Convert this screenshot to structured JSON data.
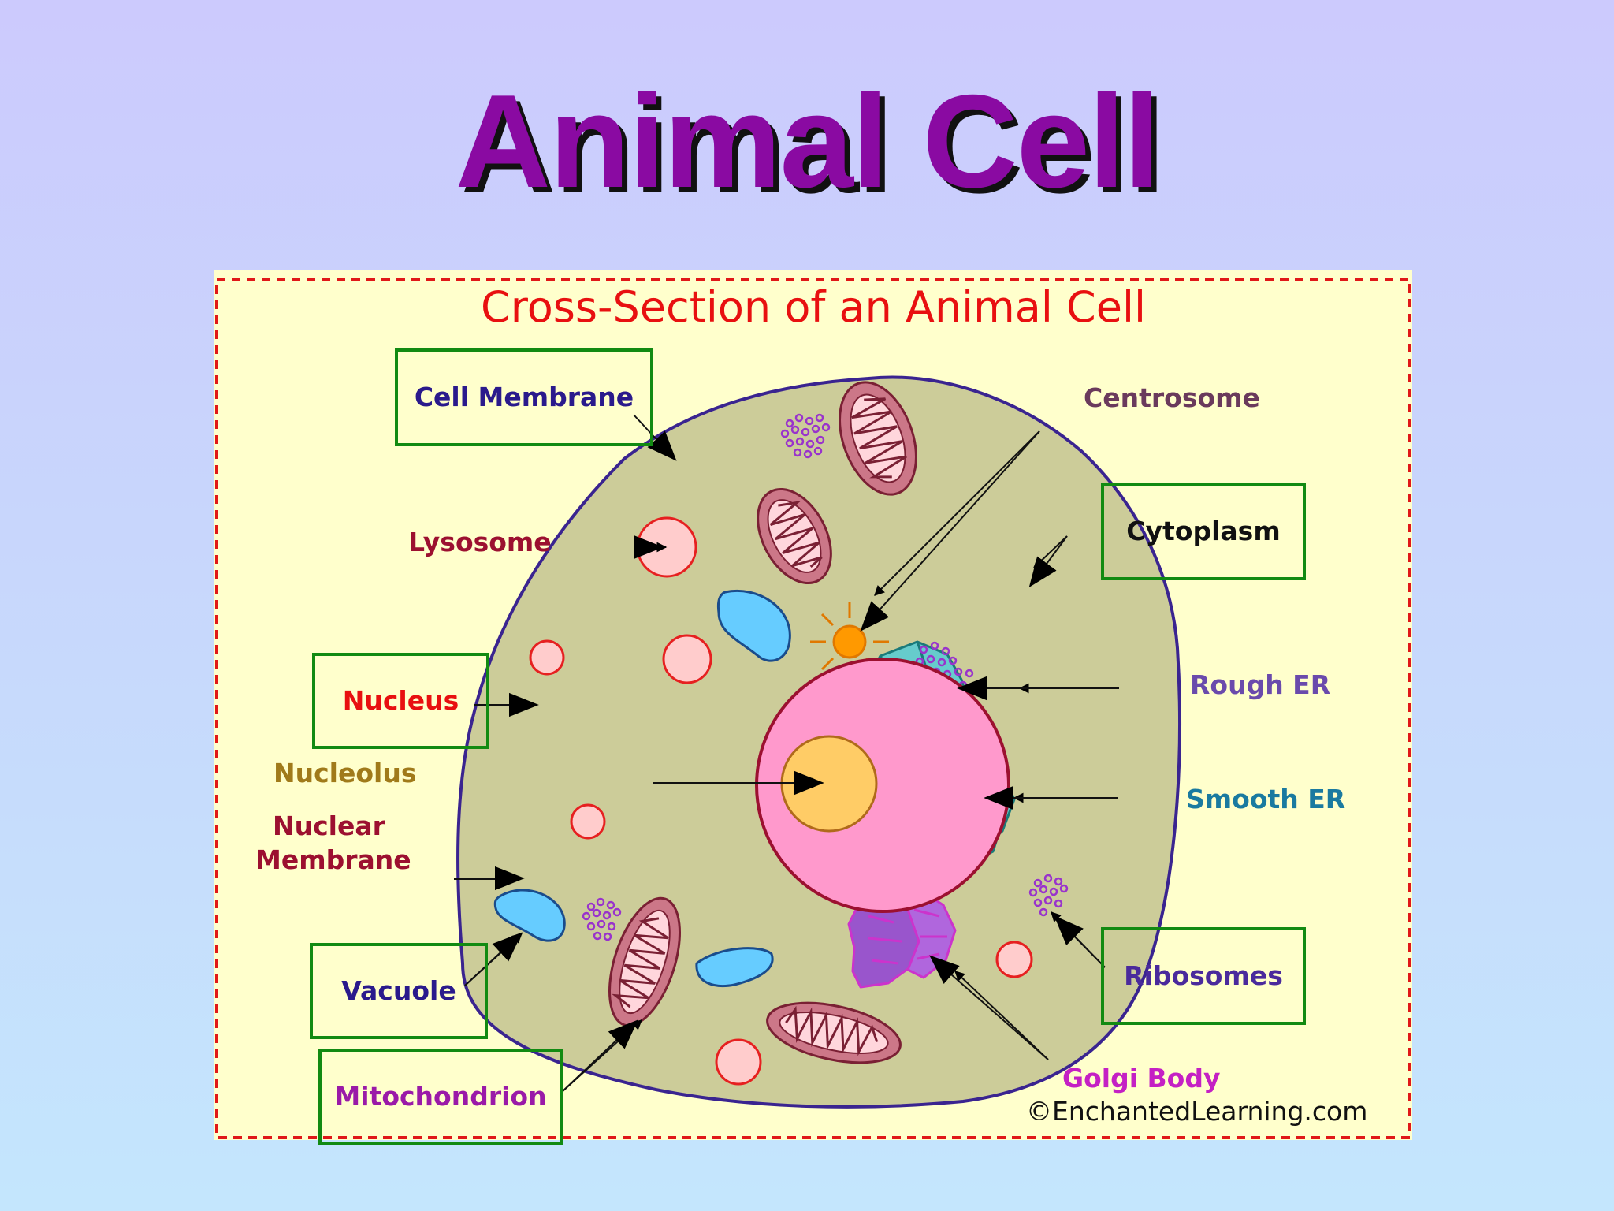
{
  "slide": {
    "title": "Animal Cell"
  },
  "diagram": {
    "title": "Cross-Section of an Animal Cell",
    "credit": "©EnchantedLearning.com",
    "colors": {
      "frame_border": "#e01818",
      "box_border": "#128a12",
      "cytoplasm": "#cccc99",
      "cell_membrane": "#3a2490",
      "nucleus": "#ff99cc",
      "nuclear_membrane": "#9c1030",
      "nucleolus": "#ffcc66",
      "vacuole": "#66ccff",
      "lysosome": "#ffcccc",
      "mitochondrion": "#cc7788",
      "centrosome": "#ff9900",
      "rough_er": "#66cccc",
      "golgi": "#9955cc",
      "ribosome": "#9933cc"
    },
    "labels": {
      "cell_membrane": "Cell Membrane",
      "lysosome": "Lysosome",
      "nucleus": "Nucleus",
      "nucleolus": "Nucleolus",
      "nuclear_membrane_line1": "Nuclear",
      "nuclear_membrane_line2": "Membrane",
      "vacuole": "Vacuole",
      "mitochondrion": "Mitochondrion",
      "centrosome": "Centrosome",
      "cytoplasm": "Cytoplasm",
      "rough_er": "Rough ER",
      "smooth_er": "Smooth ER",
      "ribosomes": "Ribosomes",
      "golgi_body": "Golgi Body"
    }
  }
}
